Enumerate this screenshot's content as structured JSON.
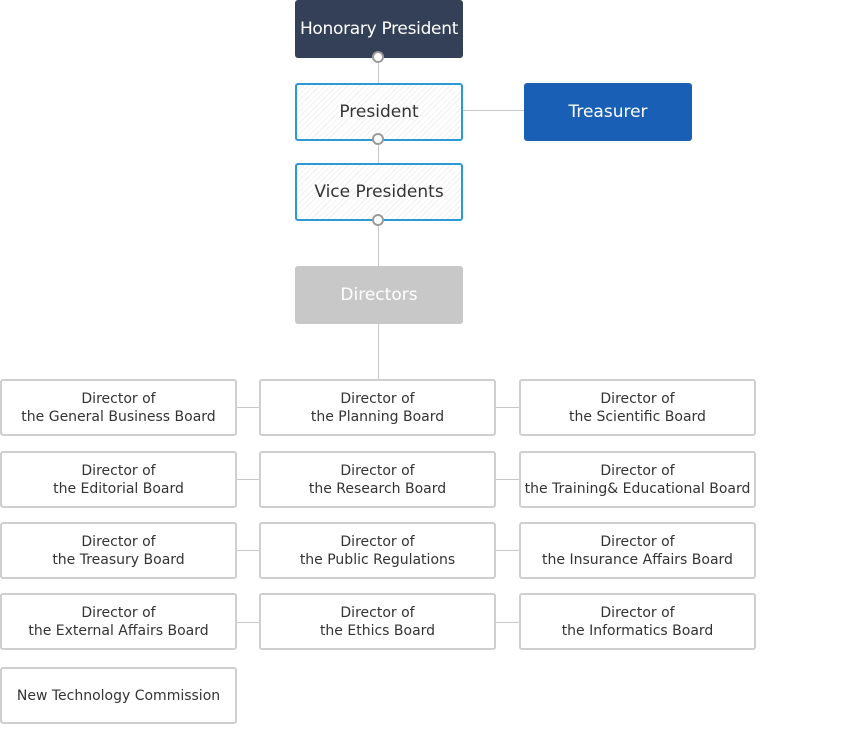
{
  "top": {
    "honorary_president": "Honorary President",
    "president": "President",
    "treasurer": "Treasurer",
    "vice_presidents": "Vice Presidents",
    "directors": "Directors"
  },
  "boards": [
    {
      "line1": "Director of",
      "line2": "the General Business Board"
    },
    {
      "line1": "Director of",
      "line2": "the Planning Board"
    },
    {
      "line1": "Director of",
      "line2": "the Scientific Board"
    },
    {
      "line1": "Director of",
      "line2": "the Editorial Board"
    },
    {
      "line1": "Director of",
      "line2": "the Research Board"
    },
    {
      "line1": "Director of",
      "line2": "the Training& Educational Board"
    },
    {
      "line1": "Director of",
      "line2": "the Treasury Board"
    },
    {
      "line1": "Director of",
      "line2": "the Public Regulations"
    },
    {
      "line1": "Director of",
      "line2": "the Insurance Affairs Board"
    },
    {
      "line1": "Director of",
      "line2": "the External Affairs Board"
    },
    {
      "line1": "Director of",
      "line2": "the Ethics Board"
    },
    {
      "line1": "Director of",
      "line2": "the Informatics Board"
    }
  ],
  "commission": "New Technology Commission"
}
